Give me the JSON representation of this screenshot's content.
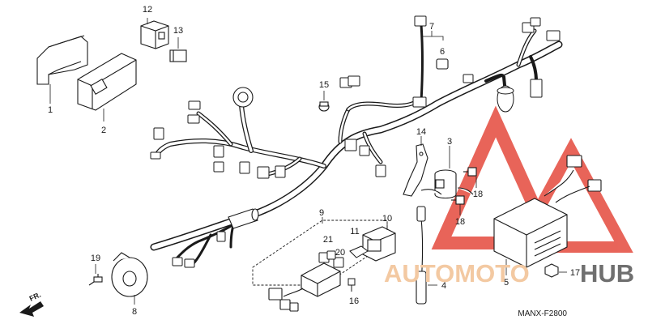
{
  "diagram": {
    "reference_code": "MANX-F2800",
    "direction_label": "FR.",
    "colors": {
      "line": "#1a1a1a",
      "watermark_red": "#e44a3d",
      "watermark_orange": "#f3c9a2",
      "watermark_gray": "#6f6f6f"
    },
    "parts": [
      {
        "id": "1",
        "label": "1"
      },
      {
        "id": "2",
        "label": "2"
      },
      {
        "id": "3",
        "label": "3"
      },
      {
        "id": "4",
        "label": "4"
      },
      {
        "id": "5",
        "label": "5"
      },
      {
        "id": "6",
        "label": "6"
      },
      {
        "id": "7",
        "label": "7"
      },
      {
        "id": "8",
        "label": "8"
      },
      {
        "id": "9",
        "label": "9"
      },
      {
        "id": "10",
        "label": "10"
      },
      {
        "id": "11",
        "label": "11"
      },
      {
        "id": "12",
        "label": "12"
      },
      {
        "id": "13",
        "label": "13"
      },
      {
        "id": "14",
        "label": "14"
      },
      {
        "id": "15",
        "label": "15"
      },
      {
        "id": "16",
        "label": "16"
      },
      {
        "id": "17",
        "label": "17"
      },
      {
        "id": "18a",
        "label": "18"
      },
      {
        "id": "18b",
        "label": "18"
      },
      {
        "id": "19",
        "label": "19"
      },
      {
        "id": "20",
        "label": "20"
      },
      {
        "id": "21",
        "label": "21"
      }
    ]
  },
  "watermark": {
    "brand_part1": "AUTOMOTO",
    "brand_part2": "HUB"
  }
}
